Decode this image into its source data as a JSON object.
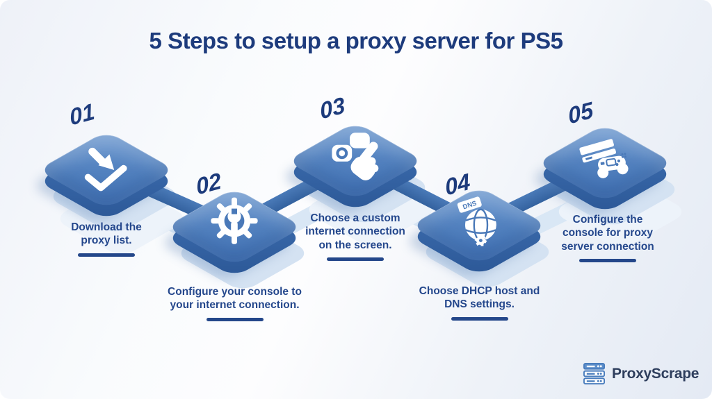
{
  "title": "5 Steps to setup a proxy server for PS5",
  "steps": [
    {
      "number": "01",
      "text": "Download the proxy list.",
      "icon": "download-icon"
    },
    {
      "number": "02",
      "text": "Configure your console to your internet connection.",
      "icon": "gear-wrench-icon"
    },
    {
      "number": "03",
      "text": "Choose a custom internet connection on the screen.",
      "icon": "touch-tap-icon"
    },
    {
      "number": "04",
      "text": "Choose DHCP host and DNS settings.",
      "icon": "dns-globe-icon",
      "icon_label": "DNS"
    },
    {
      "number": "05",
      "text": "Configure the console for proxy server connection",
      "icon": "console-controller-icon"
    }
  ],
  "brand": {
    "name": "ProxyScrape"
  },
  "colors": {
    "navy": "#1d3b7c",
    "caption_navy": "#24478c",
    "tile_blue": "#4a7ab9",
    "tile_dark": "#2c5897",
    "echo_blue": "#d4e2f2",
    "connector_blue": "#3f70b2",
    "logo_blue": "#4a7dbd",
    "logo_text": "#2e3e5d",
    "background": "#eef1f8"
  }
}
